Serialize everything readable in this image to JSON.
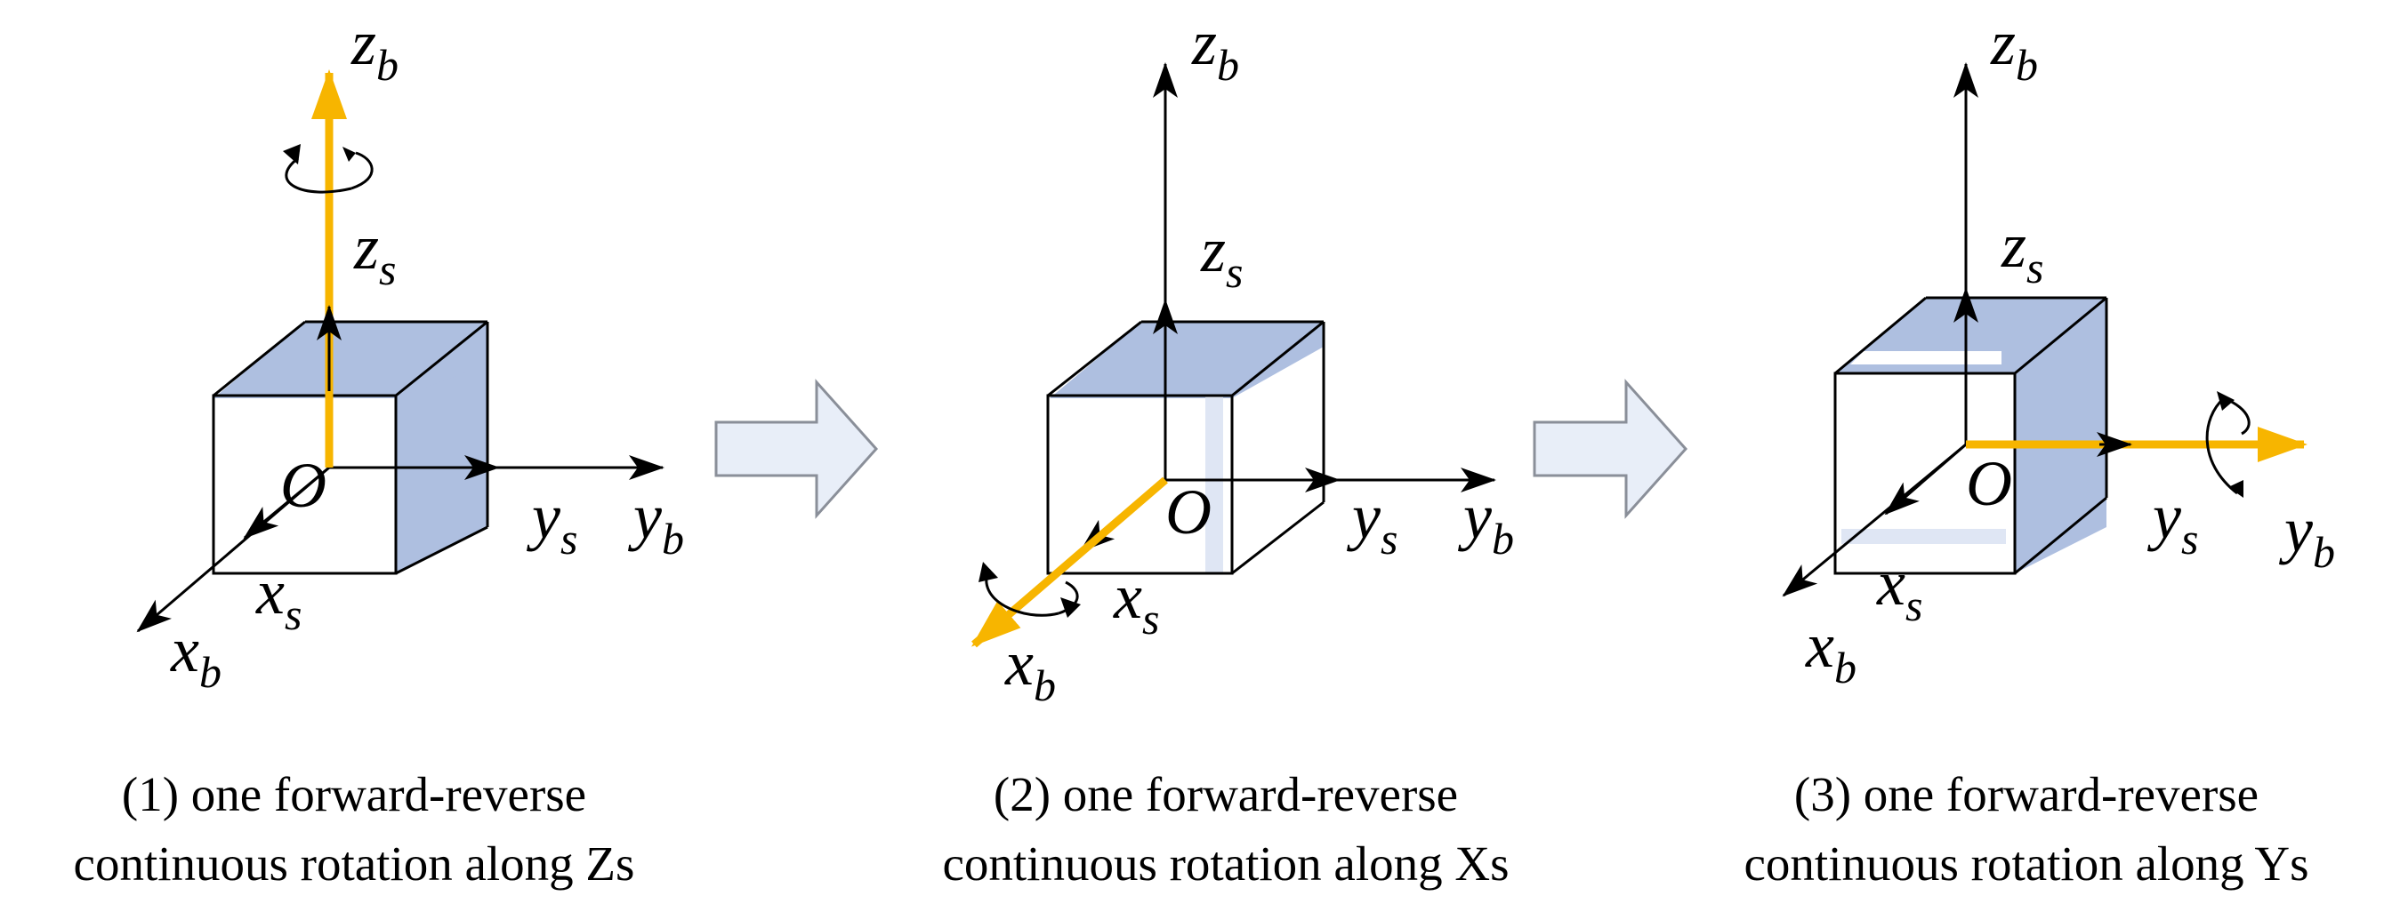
{
  "colors": {
    "highlight_axis": "#f7b500",
    "face_shade": "#aebfe0",
    "face_shade_light": "#dfe6f4",
    "line": "#000000"
  },
  "axis_labels": {
    "z_b": {
      "main": "z",
      "sub": "b"
    },
    "z_s": {
      "main": "z",
      "sub": "s"
    },
    "y_s": {
      "main": "y",
      "sub": "s"
    },
    "y_b": {
      "main": "y",
      "sub": "b"
    },
    "x_s": {
      "main": "x",
      "sub": "s"
    },
    "x_b": {
      "main": "x",
      "sub": "b"
    },
    "origin": "O"
  },
  "panels": [
    {
      "highlighted_axis": "z",
      "caption_line1": "(1) one forward-reverse",
      "caption_line2": "continuous rotation along Zs"
    },
    {
      "highlighted_axis": "x",
      "caption_line1": "(2) one forward-reverse",
      "caption_line2": "continuous rotation along Xs"
    },
    {
      "highlighted_axis": "y",
      "caption_line1": "(3) one forward-reverse",
      "caption_line2": "continuous rotation along Ys"
    }
  ],
  "transition_icons": [
    "block-arrow-right-icon",
    "block-arrow-right-icon"
  ]
}
